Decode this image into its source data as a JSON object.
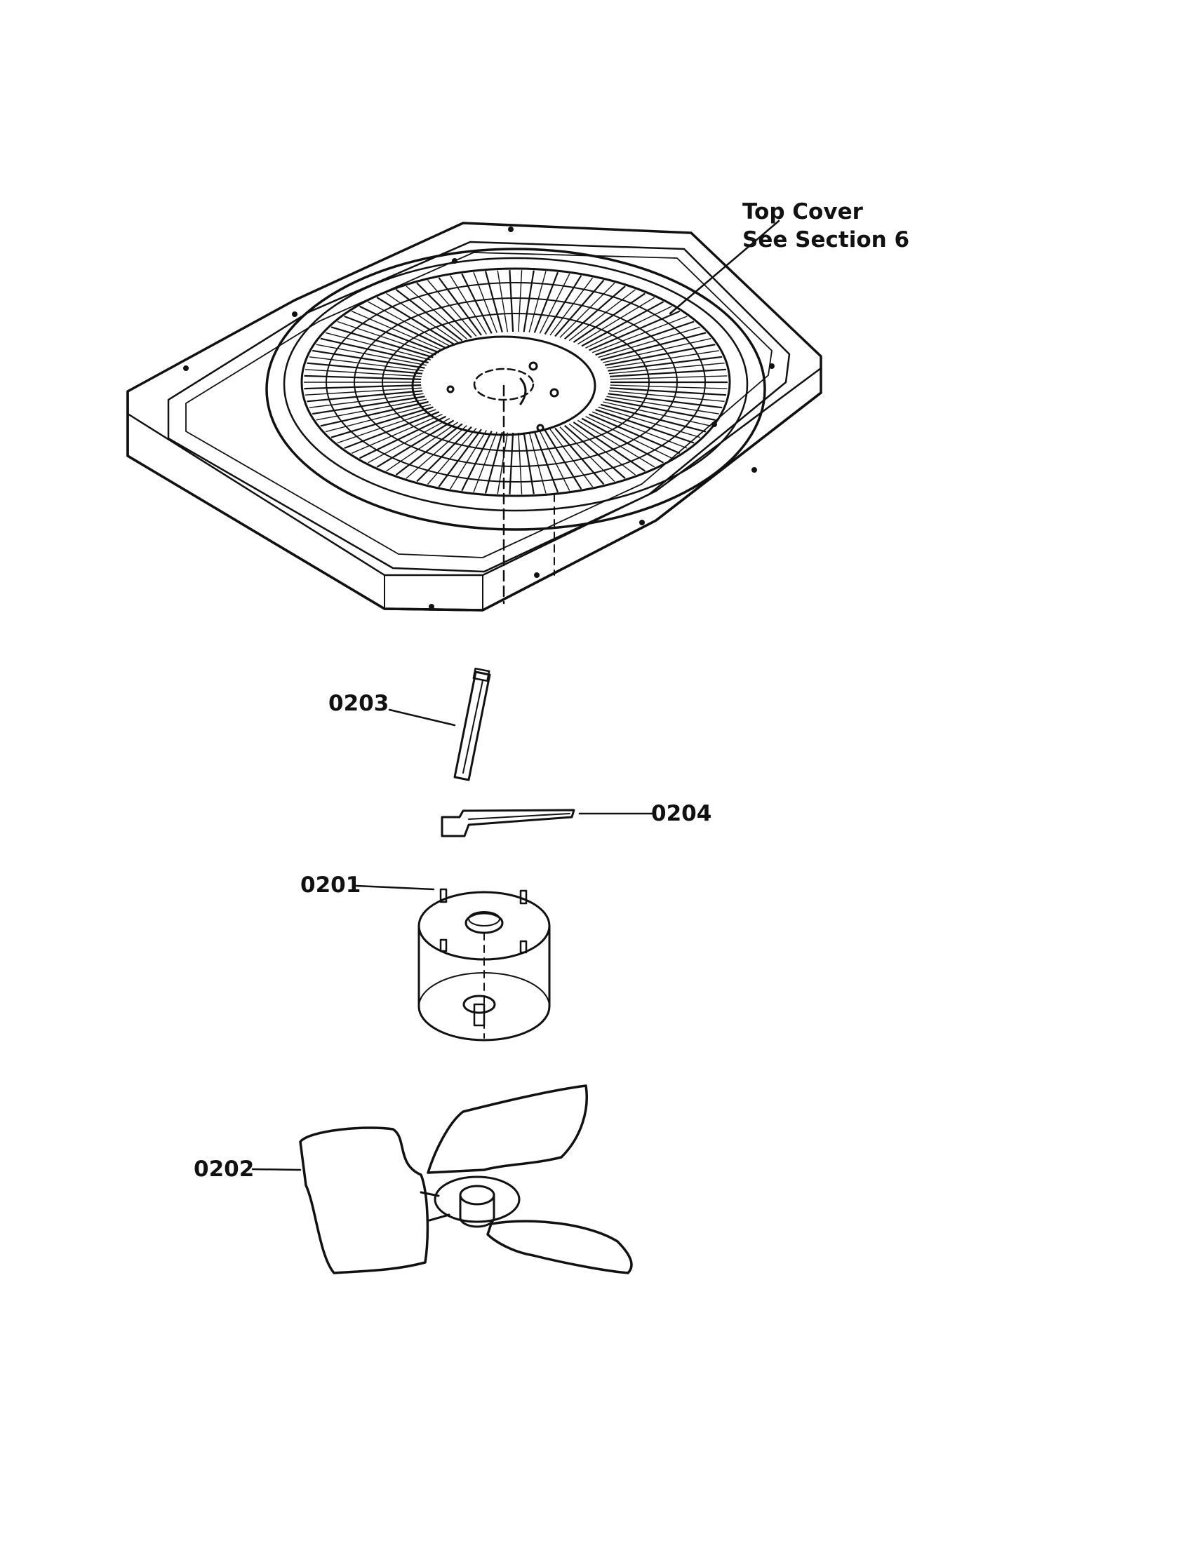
{
  "callouts": {
    "top_cover_line1": "Top Cover",
    "top_cover_line2": "See Section 6",
    "part_0203": "0203",
    "part_0204": "0204",
    "part_0201": "0201",
    "part_0202": "0202"
  },
  "colors": {
    "ink": "#111111",
    "paper": "#ffffff"
  }
}
